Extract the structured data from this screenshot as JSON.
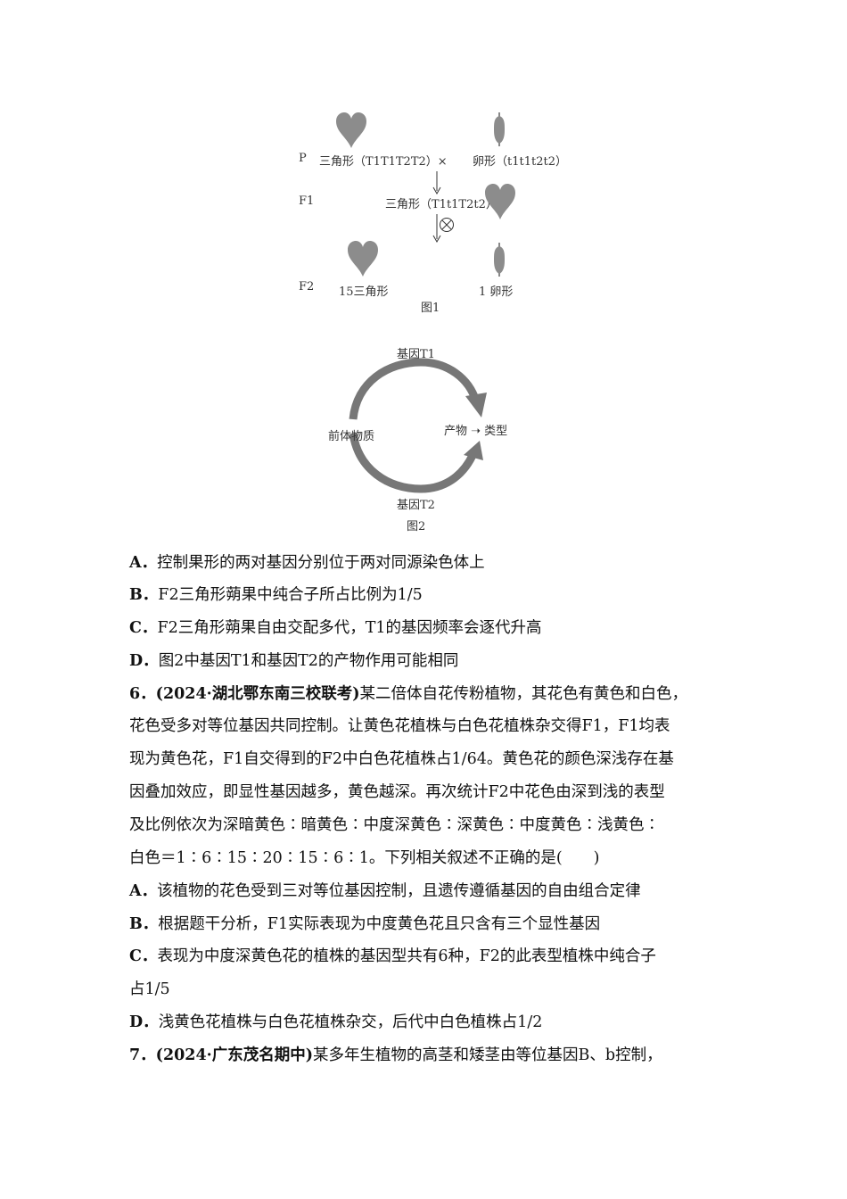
{
  "figure1": {
    "p_label": "P",
    "p_left": "三角形（T1T1T2T2）×",
    "p_right": "卵形（t1t1t2t2）",
    "f1_label": "F1",
    "f1_text": "三角形（T1t1T2t2）",
    "f2_label": "F2",
    "f2_left": "15三角形",
    "f2_right": "1 卵形",
    "caption": "图1"
  },
  "figure2": {
    "top_gene": "基因T1",
    "left": "前体物质",
    "right": "产物 ➝ 类型",
    "bottom_gene": "基因T2",
    "caption": "图2"
  },
  "lines": [
    "A．控制果形的两对基因分别位于两对同源染色体上",
    "B．F2三角形蒴果中纯合子所占比例为1/5",
    "C．F2三角形蒴果自由交配多代，T1的基因频率会逐代升高",
    "D．图2中基因T1和基因T2的产物作用可能相同",
    "6．(2024·湖北鄂东南三校联考)某二倍体自花传粉植物，其花色有黄色和白色，",
    "花色受多对等位基因共同控制。让黄色花植株与白色花植株杂交得F1，F1均表",
    "现为黄色花，F1自交得到的F2中白色花植株占1/64。黄色花的颜色深浅存在基",
    "因叠加效应，即显性基因越多，黄色越深。再次统计F2中花色由深到浅的表型",
    "及比例依次为深暗黄色∶暗黄色∶中度深黄色∶深黄色∶中度黄色∶浅黄色∶",
    "白色＝1∶6∶15∶20∶15∶6∶1。下列相关叙述不正确的是(　　)",
    "A．该植物的花色受到三对等位基因控制，且遗传遵循基因的自由组合定律",
    "B．根据题干分析，F1实际表现为中度黄色花且只含有三个显性基因",
    "C．表现为中度深黄色花的植株的基因型共有6种，F2的此表型植株中纯合子",
    "占1/5",
    "D．浅黄色花植株与白色花植株杂交，后代中白色植株占1/2",
    "7．(2024·广东茂名期中)某多年生植物的高茎和矮茎由等位基因B、b控制，"
  ]
}
